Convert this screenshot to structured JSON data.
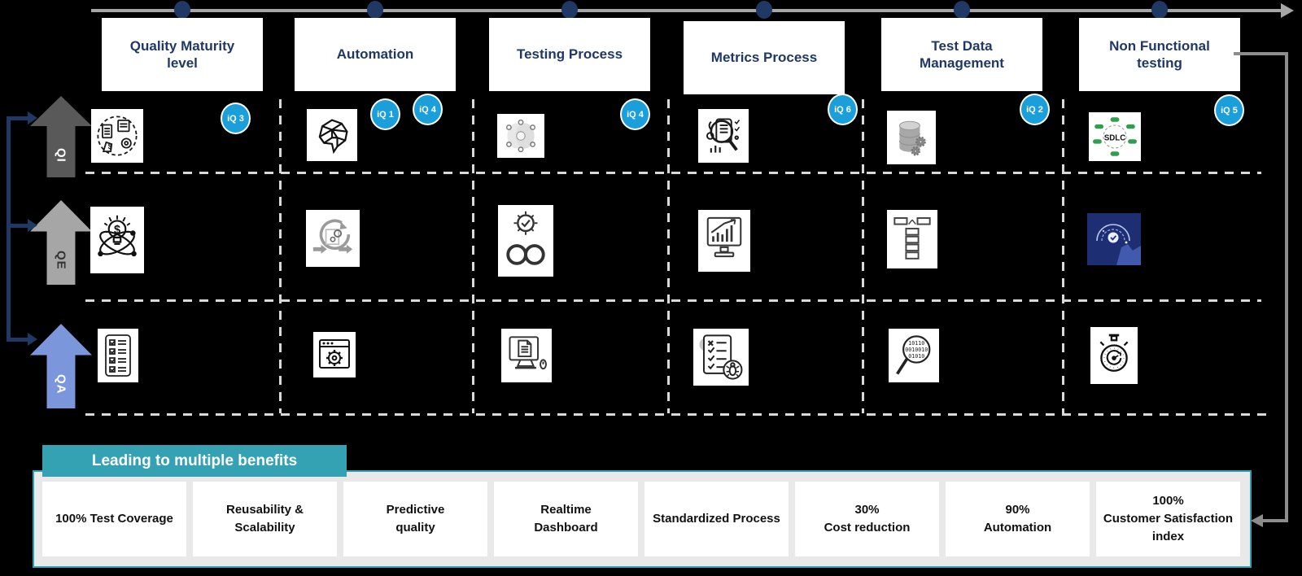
{
  "title_rows": [
    {
      "label": "QI"
    },
    {
      "label": "QE"
    },
    {
      "label": "QA"
    }
  ],
  "columns": [
    {
      "label": "Quality Maturity level",
      "badges": [
        "iQ 3"
      ]
    },
    {
      "label": "Automation",
      "badges": [
        "iQ 1",
        "iQ 4"
      ]
    },
    {
      "label": "Testing Process",
      "badges": [
        "iQ 4"
      ]
    },
    {
      "label": "Metrics Process",
      "badges": [
        "iQ 6"
      ]
    },
    {
      "label": "Test Data Management",
      "badges": [
        "iQ 2"
      ]
    },
    {
      "label": "Non Functional testing",
      "badges": [
        "iQ 5"
      ]
    }
  ],
  "icons": {
    "sdlc_label": "SDLC",
    "dollar": "$",
    "binary_rows": [
      "10110",
      "0010010",
      "01010"
    ],
    "grid_icon_names": [
      [
        "cost-optimization-icon",
        "ai-brain-icon",
        "testing-process-cycle-icon",
        "metrics-analysis-icon",
        "test-data-database-icon",
        "sdlc-network-icon"
      ],
      [
        "innovation-bulb-icon",
        "automation-cycle-icon",
        "devops-infinity-icon",
        "growth-dashboard-icon",
        "data-mapping-icon",
        "ai-assurance-photo"
      ],
      [
        "checklist-icon",
        "web-automation-gear-icon",
        "manual-test-monitor-icon",
        "defect-report-bug-icon",
        "code-inspection-magnifier-icon",
        "performance-stopwatch-icon"
      ]
    ]
  },
  "benefits": {
    "title": "Leading to multiple benefits",
    "items": [
      {
        "lines": [
          "100% Test Coverage"
        ]
      },
      {
        "lines": [
          "Reusability &",
          "Scalability"
        ]
      },
      {
        "lines": [
          "Predictive",
          "quality"
        ]
      },
      {
        "lines": [
          "Realtime",
          "Dashboard"
        ]
      },
      {
        "lines": [
          "Standardized Process"
        ]
      },
      {
        "lines": [
          "30%",
          "Cost reduction"
        ]
      },
      {
        "lines": [
          "90%",
          "Automation"
        ]
      },
      {
        "lines": [
          "100%",
          "Customer Satisfaction",
          "index"
        ]
      }
    ]
  },
  "colors": {
    "navy": "#1f3864",
    "badge_blue": "#1b9fda",
    "teal": "#35a2b4",
    "qi_arrow": "#595959",
    "qe_arrow": "#a6a6a6",
    "qa_arrow": "#7b96db",
    "timeline_gray": "#a6a6a6",
    "loop_gray": "#8c8c8c",
    "dash_gray": "#d9d9d9",
    "benefits_bg": "#e9e9e9"
  }
}
